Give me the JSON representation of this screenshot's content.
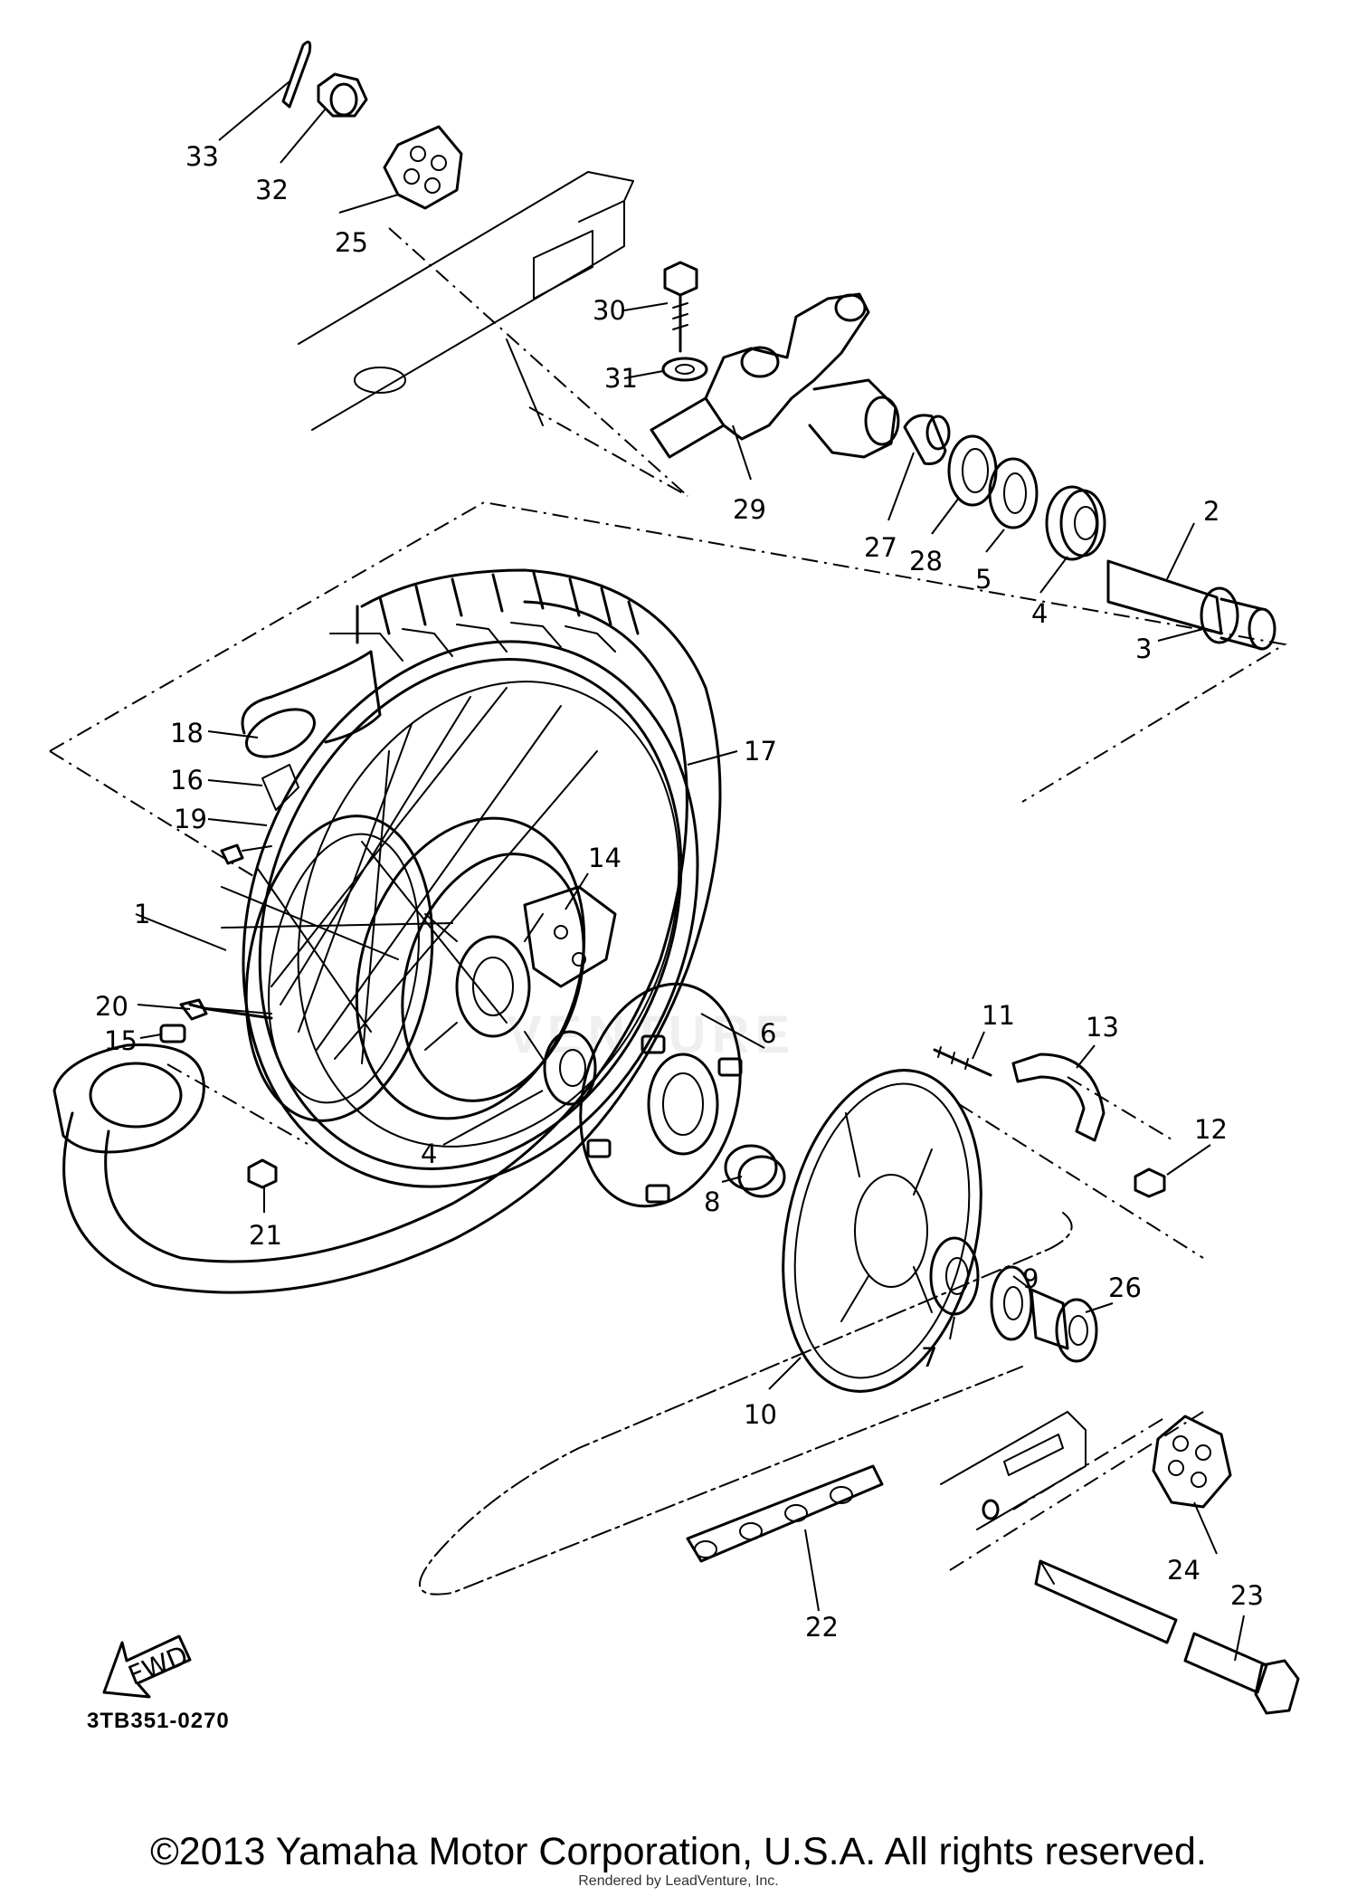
{
  "diagram": {
    "code": "3TB351-0270",
    "fwd_label": "FWD",
    "callouts": [
      "1",
      "2",
      "3",
      "4",
      "4",
      "5",
      "6",
      "7",
      "8",
      "9",
      "10",
      "11",
      "12",
      "13",
      "14",
      "15",
      "16",
      "17",
      "18",
      "19",
      "20",
      "21",
      "22",
      "23",
      "24",
      "25",
      "26",
      "27",
      "28",
      "29",
      "30",
      "31",
      "32",
      "33"
    ]
  },
  "footer": {
    "copyright": "©2013 Yamaha Motor Corporation, U.S.A. All rights reserved.",
    "rendered_by": "Rendered by LeadVenture, Inc."
  },
  "watermark": "VENTURE"
}
